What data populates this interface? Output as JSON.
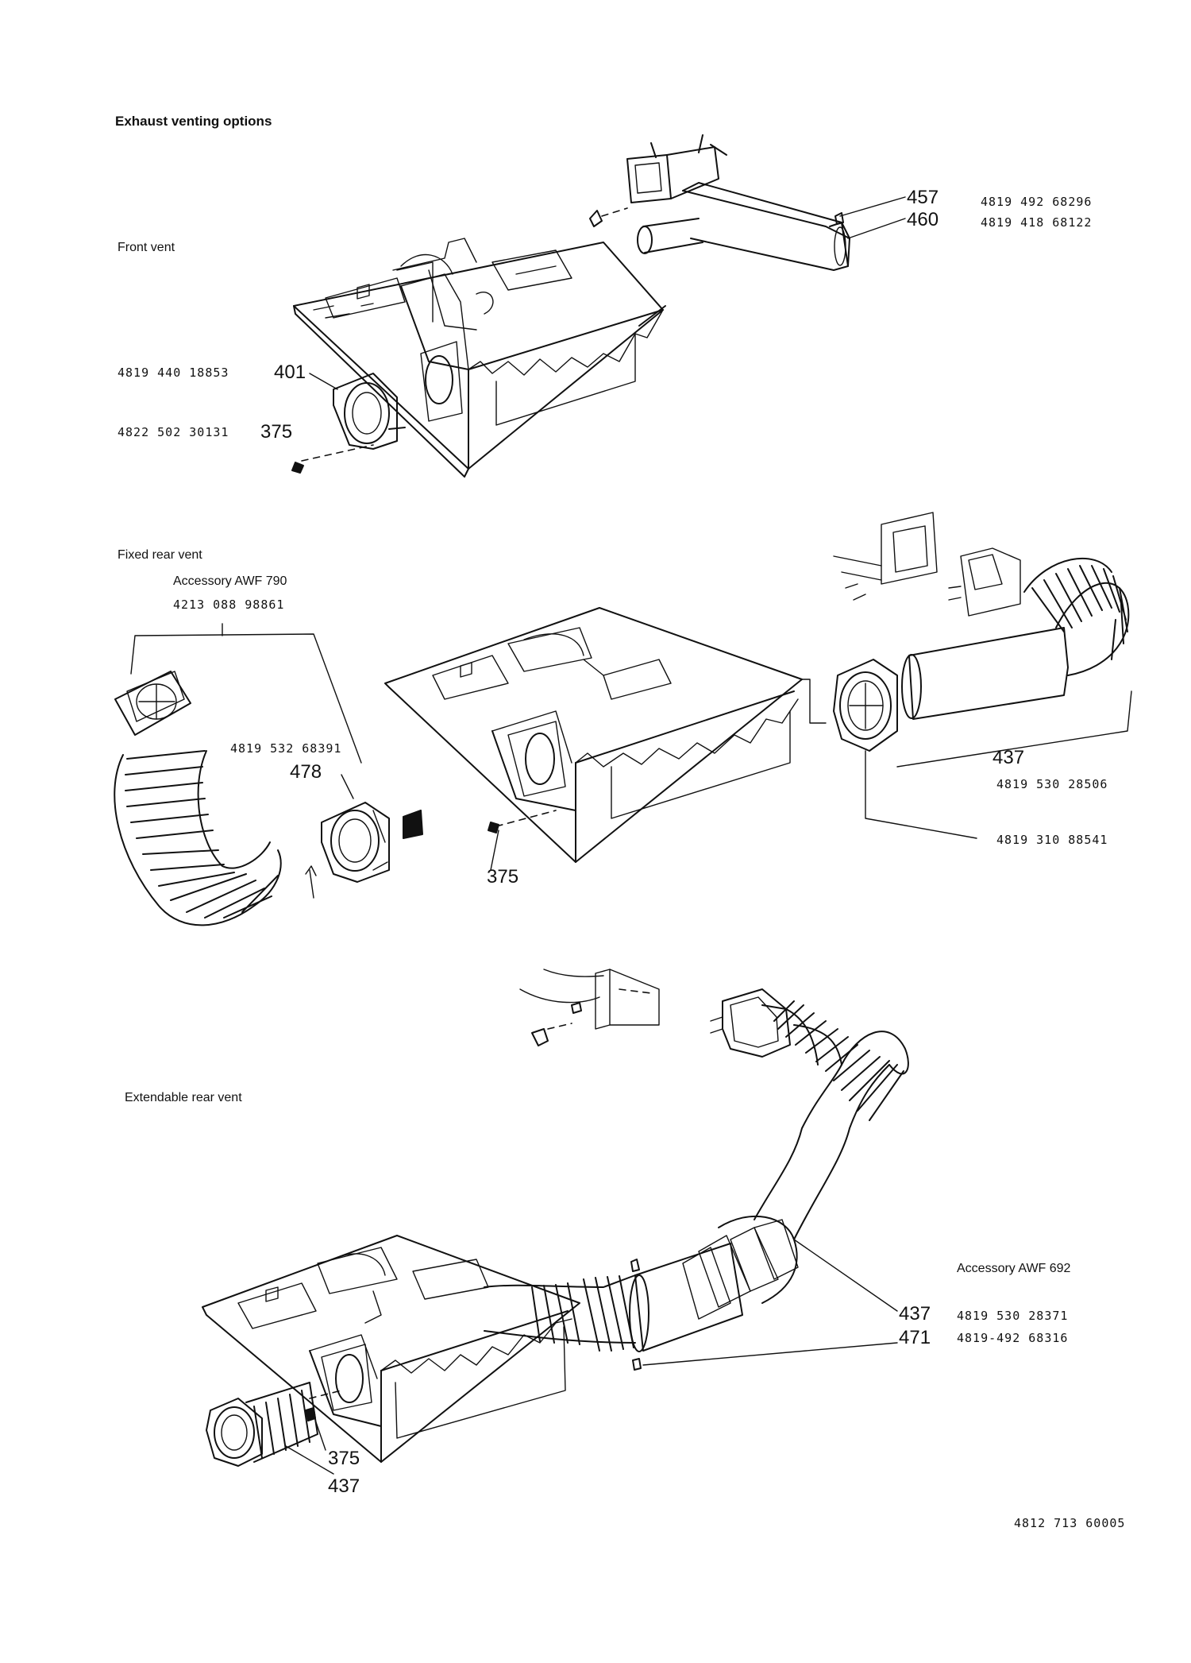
{
  "title": "Exhaust venting options",
  "sections": {
    "front": {
      "label": "Front vent"
    },
    "fixed_rear": {
      "label": "Fixed rear vent",
      "accessory": "Accessory AWF 790",
      "accessory_part": "4213 088 98861"
    },
    "extendable_rear": {
      "label": "Extendable rear vent",
      "accessory": "Accessory AWF 692"
    }
  },
  "callouts": {
    "front_457": "457",
    "front_460": "460",
    "front_401": "401",
    "front_375": "375",
    "fixed_478": "478",
    "fixed_375": "375",
    "fixed_437": "437",
    "ext_437_right": "437",
    "ext_471": "471",
    "ext_375": "375",
    "ext_437_bottom": "437"
  },
  "part_numbers": {
    "p457": "4819 492 68296",
    "p460": "4819 418 68122",
    "p401": "4819 440 18853",
    "p375": "4822 502 30131",
    "p478": "4819 532 68391",
    "p437_fixed": "4819 530 28506",
    "p_ring": "4819 310 88541",
    "p437_ext": "4819 530 28371",
    "p471": "4819-492 68316"
  },
  "document_number": "4812 713 60005"
}
